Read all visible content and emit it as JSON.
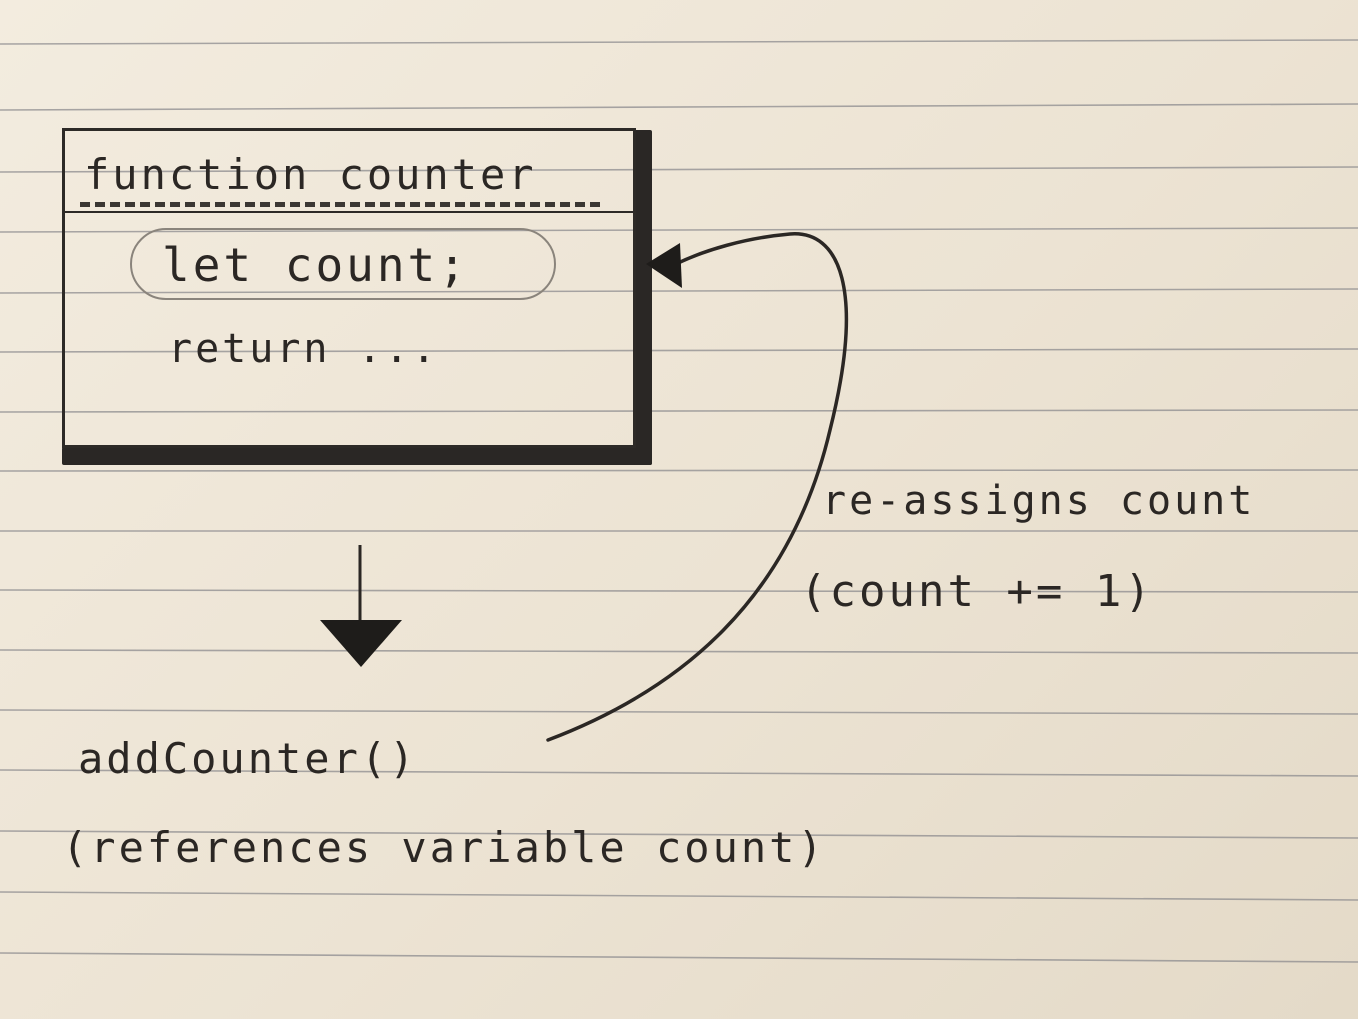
{
  "box": {
    "title": "function counter",
    "line_1": "let count;",
    "line_2": "return ..."
  },
  "labels": {
    "reassigns": "re-assigns count",
    "count_expression": "(count += 1)",
    "add_counter": "addCounter()",
    "references": "(references variable count)"
  },
  "colors": {
    "paper": "#efe7d8",
    "ink": "#2b2724",
    "ruled_line": "#8d8c8f"
  }
}
